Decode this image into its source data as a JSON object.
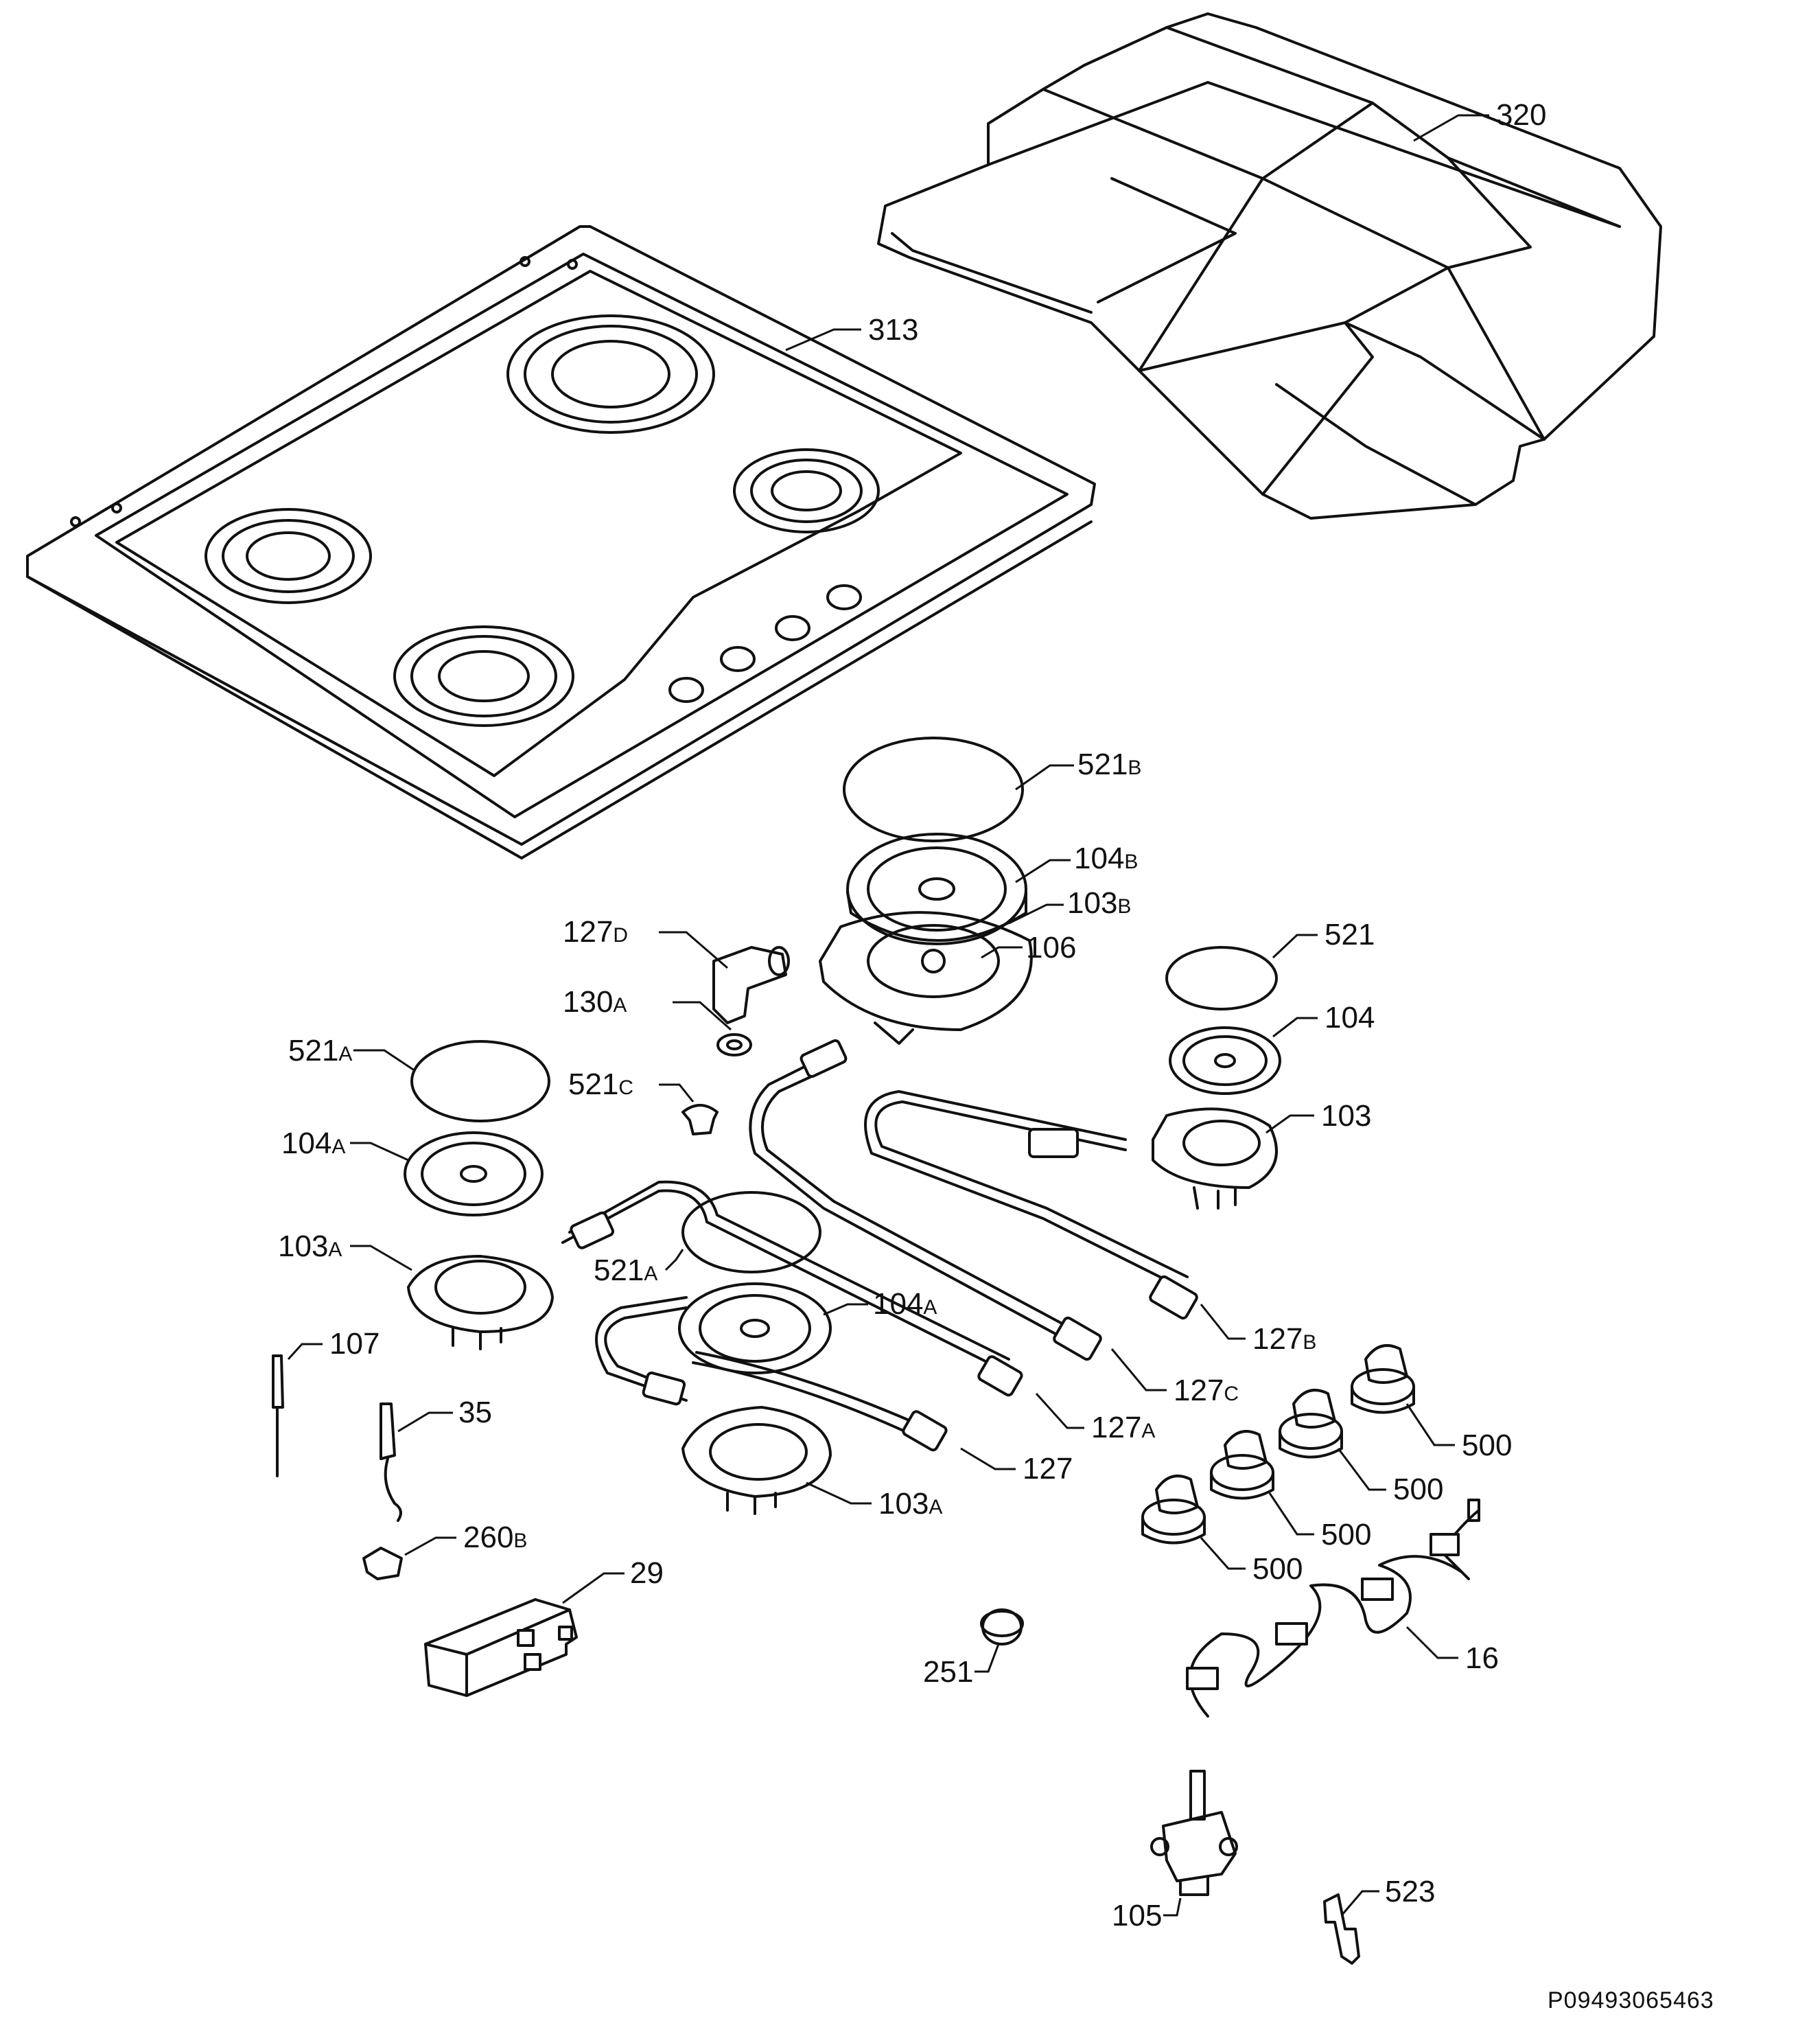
{
  "diagram": {
    "document_id": "P09493065463",
    "callouts": [
      {
        "id": "320",
        "number": "320",
        "suffix": ""
      },
      {
        "id": "313",
        "number": "313",
        "suffix": ""
      },
      {
        "id": "521B",
        "number": "521",
        "suffix": "B"
      },
      {
        "id": "104B",
        "number": "104",
        "suffix": "B"
      },
      {
        "id": "103B",
        "number": "103",
        "suffix": "B"
      },
      {
        "id": "106",
        "number": "106",
        "suffix": ""
      },
      {
        "id": "127D",
        "number": "127",
        "suffix": "D"
      },
      {
        "id": "130A",
        "number": "130",
        "suffix": "A"
      },
      {
        "id": "521",
        "number": "521",
        "suffix": ""
      },
      {
        "id": "104",
        "number": "104",
        "suffix": ""
      },
      {
        "id": "103",
        "number": "103",
        "suffix": ""
      },
      {
        "id": "521A-left",
        "number": "521",
        "suffix": "A"
      },
      {
        "id": "521C",
        "number": "521",
        "suffix": "C"
      },
      {
        "id": "104A-left",
        "number": "104",
        "suffix": "A"
      },
      {
        "id": "103A-left",
        "number": "103",
        "suffix": "A"
      },
      {
        "id": "521A-center",
        "number": "521",
        "suffix": "A"
      },
      {
        "id": "104A-center",
        "number": "104",
        "suffix": "A"
      },
      {
        "id": "127B",
        "number": "127",
        "suffix": "B"
      },
      {
        "id": "127C",
        "number": "127",
        "suffix": "C"
      },
      {
        "id": "127A",
        "number": "127",
        "suffix": "A"
      },
      {
        "id": "127",
        "number": "127",
        "suffix": ""
      },
      {
        "id": "103A-center",
        "number": "103",
        "suffix": "A"
      },
      {
        "id": "107",
        "number": "107",
        "suffix": ""
      },
      {
        "id": "35",
        "number": "35",
        "suffix": ""
      },
      {
        "id": "260B",
        "number": "260",
        "suffix": "B"
      },
      {
        "id": "29",
        "number": "29",
        "suffix": ""
      },
      {
        "id": "251",
        "number": "251",
        "suffix": ""
      },
      {
        "id": "500-a",
        "number": "500",
        "suffix": ""
      },
      {
        "id": "500-b",
        "number": "500",
        "suffix": ""
      },
      {
        "id": "500-c",
        "number": "500",
        "suffix": ""
      },
      {
        "id": "500-d",
        "number": "500",
        "suffix": ""
      },
      {
        "id": "16",
        "number": "16",
        "suffix": ""
      },
      {
        "id": "105",
        "number": "105",
        "suffix": ""
      },
      {
        "id": "523",
        "number": "523",
        "suffix": ""
      }
    ]
  }
}
